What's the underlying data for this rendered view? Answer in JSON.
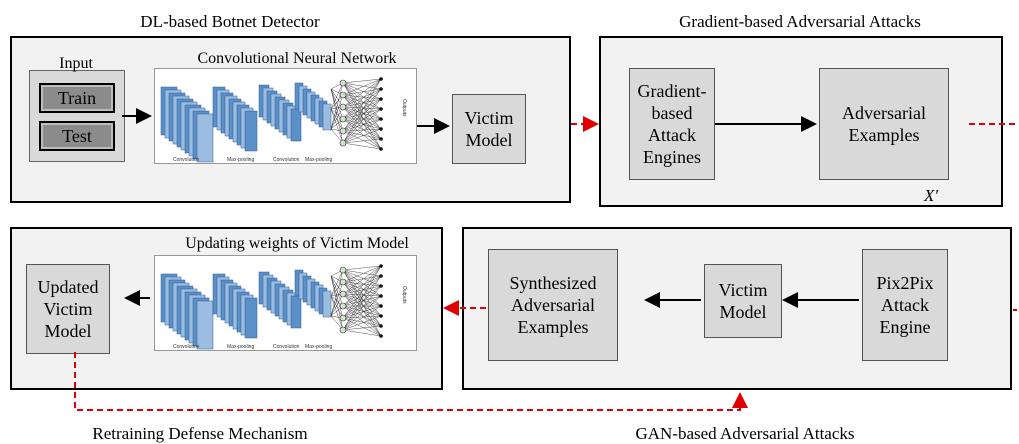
{
  "titles": {
    "detector": "DL-based Botnet Detector",
    "gradient": "Gradient-based Adversarial Attacks",
    "retraining": "Retraining Defense Mechanism",
    "gan": "GAN-based Adversarial Attacks"
  },
  "detector": {
    "input_label": "Input",
    "train_label": "Train",
    "test_label": "Test",
    "cnn_title": "Convolutional Neural Network",
    "victim_label": "Victim\nModel"
  },
  "gradient": {
    "engine_label": "Gradient-\nbased\nAttack\nEngines",
    "examples_label": "Adversarial\nExamples",
    "x_prime": "X′"
  },
  "retraining": {
    "cnn_title": "Updating weights of Victim Model",
    "updated_label": "Updated\nVictim\nModel"
  },
  "gan": {
    "synth_label": "Synthesized\nAdversarial\nExamples",
    "victim_label": "Victim\nModel",
    "pix_label": "Pix2Pix\nAttack\nEngine"
  },
  "cnn_figure": {
    "layer_labels": [
      "Convolution",
      "Max-pooling",
      "Convolution",
      "Max-pooling"
    ],
    "output_label": "Outputs"
  },
  "colors": {
    "panel": "#f2f2f2",
    "box": "#d9d9d9",
    "button": "#8c8c8c",
    "dashed_arrow": "#e00000",
    "cnn_layer": "#5b8fc7"
  }
}
